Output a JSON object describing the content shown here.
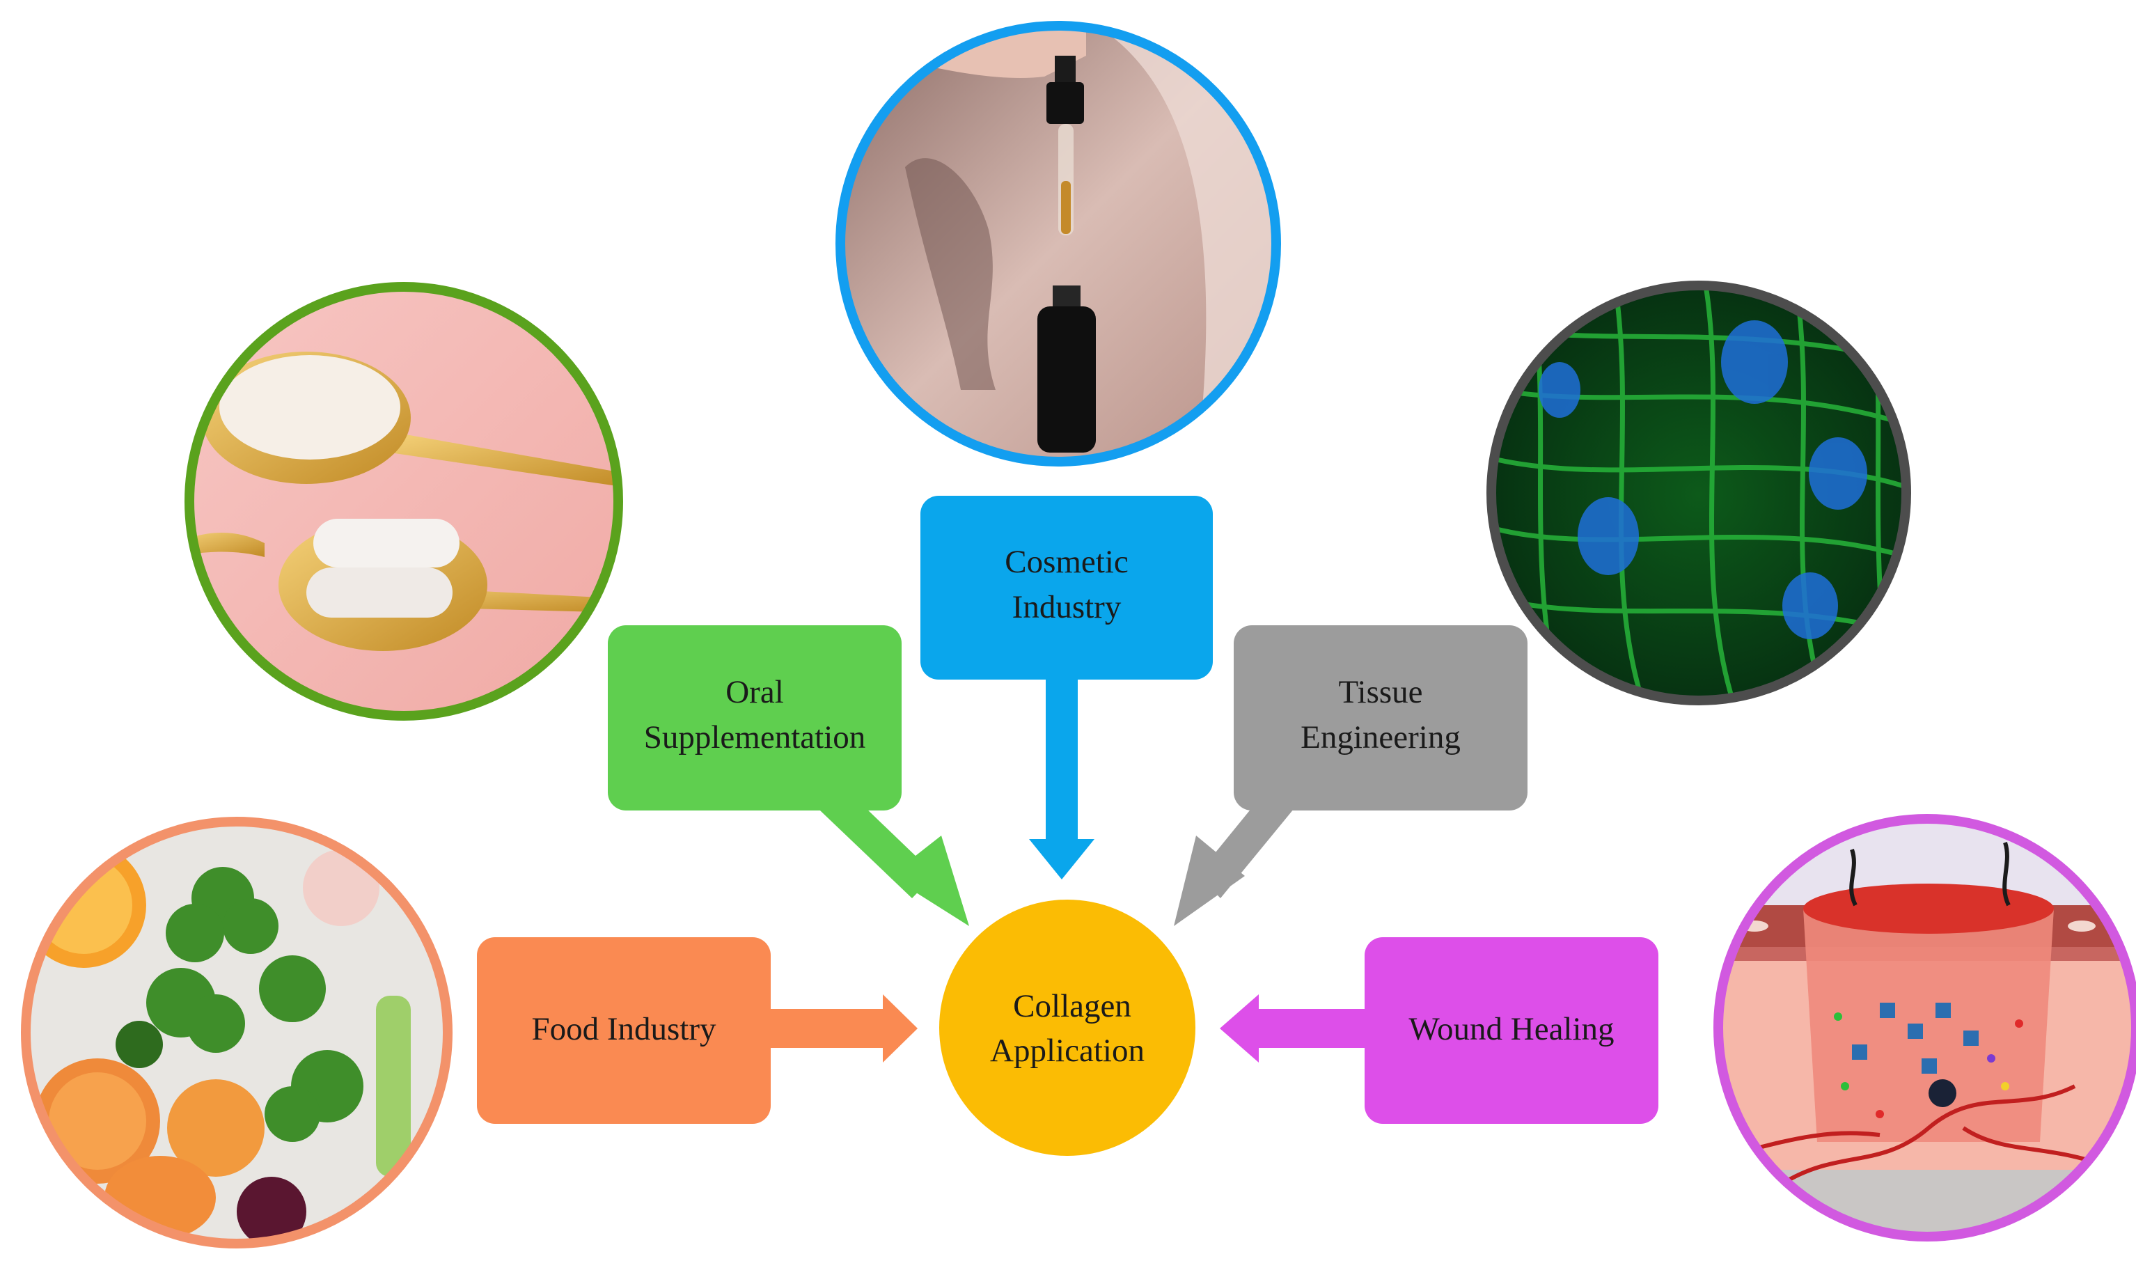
{
  "center": {
    "line1": "Collagen",
    "line2": "Application",
    "color": "#fbbc04"
  },
  "nodes": [
    {
      "id": "oral",
      "line1": "Oral",
      "line2": "Supplementation",
      "color": "#5fcf4f",
      "ring": "#5aa21d"
    },
    {
      "id": "cosmetic",
      "line1": "Cosmetic",
      "line2": "Industry",
      "color": "#0aa6ec",
      "ring": "#139ef0"
    },
    {
      "id": "tissue",
      "line1": "Tissue",
      "line2": "Engineering",
      "color": "#9c9c9c",
      "ring": "#4d4d4d"
    },
    {
      "id": "food",
      "line1": "Food Industry",
      "line2": "",
      "color": "#fa8a52",
      "ring": "#f3926a"
    },
    {
      "id": "wound",
      "line1": "Wound Healing",
      "line2": "",
      "color": "#dd4fe9",
      "ring": "#d159e0"
    }
  ],
  "pictures": {
    "oral": "spoons-with-collagen-powder-and-capsules",
    "cosmetic": "dropper-over-serum-bottle",
    "tissue": "fluorescent-collagen-fibre-network",
    "food": "vegetables-and-fruit",
    "wound": "wound-healing-skin-illustration"
  }
}
